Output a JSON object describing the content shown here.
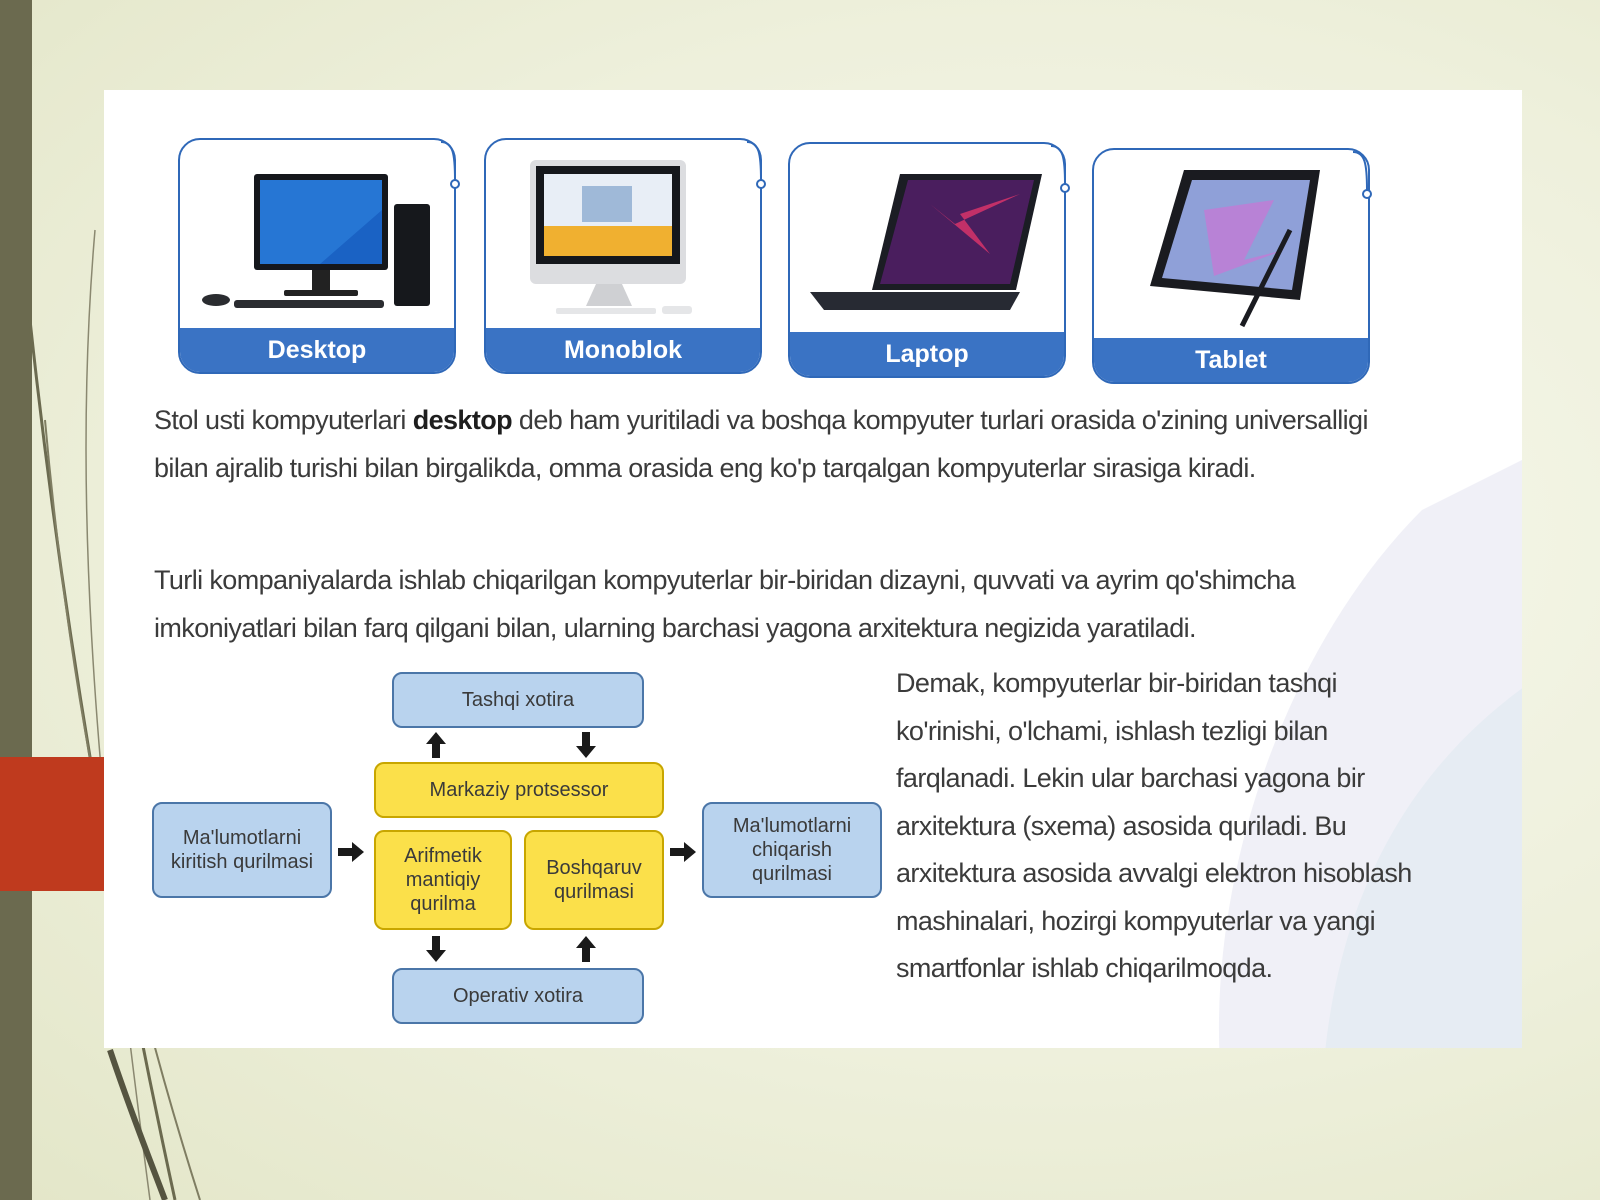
{
  "colors": {
    "accent_blue": "#3a73c4",
    "node_blue": "#b9d3ee",
    "node_yellow": "#fbe04a",
    "slide_red": "#bf3a1e",
    "slide_olive": "#6b6a4f"
  },
  "cards": [
    {
      "label": "Desktop",
      "icon": "desktop-computer-icon"
    },
    {
      "label": "Monoblok",
      "icon": "all-in-one-computer-icon"
    },
    {
      "label": "Laptop",
      "icon": "laptop-icon"
    },
    {
      "label": "Tablet",
      "icon": "tablet-icon"
    }
  ],
  "paragraph1": {
    "before": "Stol usti kompyuterlari ",
    "bold": "desktop",
    "after": " deb ham yuritiladi va boshqa kompyuter turlari orasida o'zining universalligi bilan ajralib turishi bilan birgalikda, omma orasida eng ko'p tarqalgan kompyuterlar sirasiga kiradi."
  },
  "paragraph2": "Turli kompaniyalarda ishlab chiqarilgan kompyuterlar bir-biridan dizayni, quvvati va ayrim qo'shimcha imkoniyatlari bilan farq qilgani bilan, ularning barchasi yagona arxitektura negizida yaratiladi.",
  "diagram": {
    "external_memory": "Tashqi xotira",
    "cpu": "Markaziy protsessor",
    "input_device": "Ma'lumotlarni kiritish qurilmasi",
    "alu": "Arifmetik mantiqiy qurilma",
    "control_unit": "Boshqaruv qurilmasi",
    "output_device": "Ma'lumotlarni chiqarish qurilmasi",
    "ram": "Operativ xotira"
  },
  "side_text": "Demak, kompyuterlar bir-biridan tashqi ko'rinishi, o'lchami, ishlash tezligi bilan farqlanadi. Lekin ular barchasi yagona bir arxitektura (sxema) asosida quriladi. Bu arxitektura asosida avvalgi elektron hisoblash mashinalari, hozirgi kompyuterlar va yangi smartfonlar ishlab chiqarilmoqda."
}
